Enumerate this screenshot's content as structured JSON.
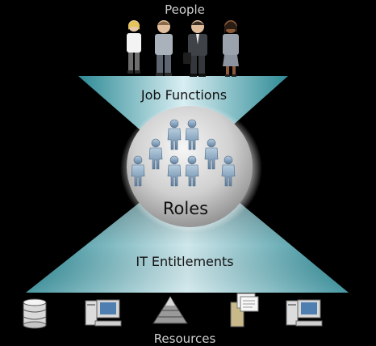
{
  "diagram": {
    "top_label": "People",
    "upper_band_label": "Job Functions",
    "center_label": "Roles",
    "lower_band_label": "IT Entitlements",
    "bottom_label": "Resources"
  },
  "people": [
    {
      "icon": "woman-blonde-person-icon"
    },
    {
      "icon": "man-casual-person-icon"
    },
    {
      "icon": "businessman-with-briefcase-icon"
    },
    {
      "icon": "woman-business-person-icon"
    }
  ],
  "resources": [
    {
      "icon": "database-icon"
    },
    {
      "icon": "desktop-computer-icon"
    },
    {
      "icon": "pyramid-chart-icon"
    },
    {
      "icon": "documents-server-icon"
    },
    {
      "icon": "desktop-computer-icon"
    }
  ],
  "colors": {
    "background": "#000000",
    "teal_light": "#cfe8ec",
    "teal_dark": "#2d8a95",
    "sphere_light": "#f2f2f2",
    "sphere_dark": "#8f8f8f",
    "role_figure": "#7f9ab5"
  }
}
